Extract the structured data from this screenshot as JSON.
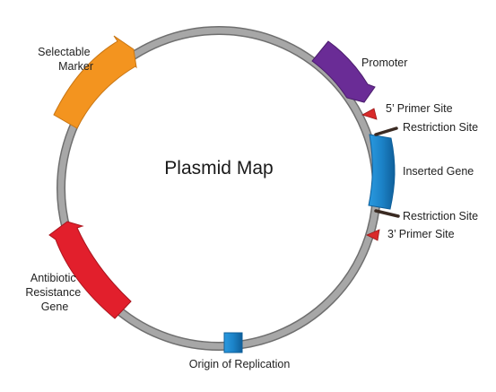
{
  "diagram": {
    "title": "Plasmid Map",
    "labels": {
      "selectable_marker": [
        "Selectable",
        "Marker"
      ],
      "promoter": "Promoter",
      "primer_5": "5’ Primer Site",
      "restriction_top": "Restriction Site",
      "inserted_gene": "Inserted Gene",
      "restriction_bottom": "Restriction Site",
      "primer_3": "3’ Primer Site",
      "antibiotic": [
        "Antibiotic",
        "Resistance",
        "Gene"
      ],
      "origin": "Origin of Replication"
    },
    "colors": {
      "backbone": "#a7a7a7",
      "backbone_edge": "#6f6f6f",
      "selectable_marker": "#f3941f",
      "promoter": "#6a2c96",
      "inserted_gene": "#1c83c8",
      "antibiotic": "#e21f2c",
      "origin": "#1c83c8",
      "primer_site": "#d92a2a",
      "restriction_site": "#3a2a22"
    }
  }
}
